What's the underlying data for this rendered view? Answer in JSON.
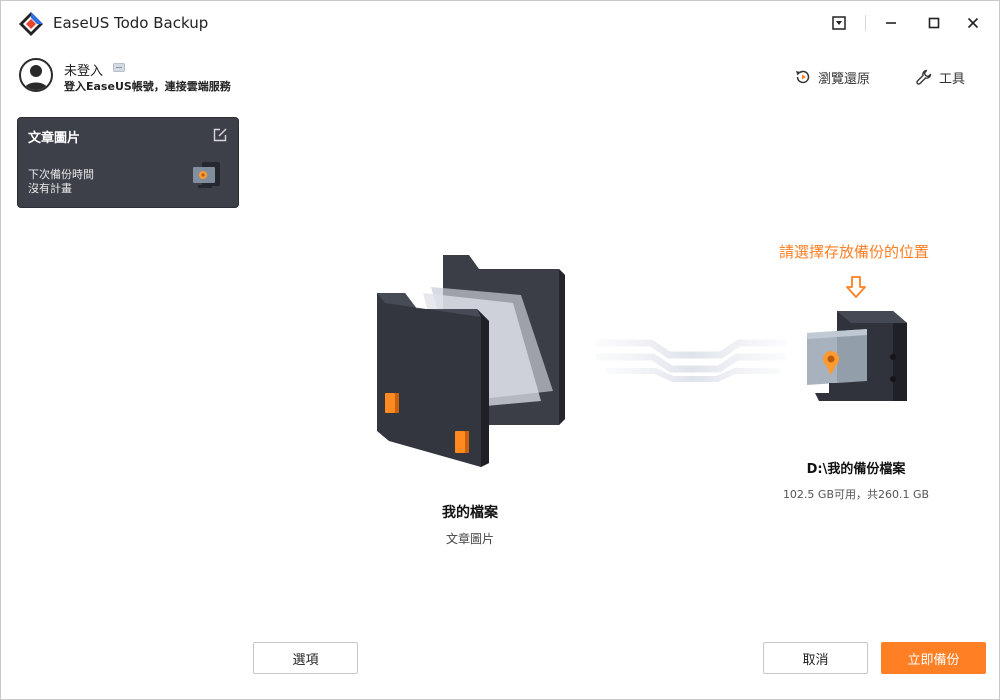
{
  "window": {
    "title": "EaseUS Todo Backup"
  },
  "user": {
    "status": "未登入",
    "subtitle": "登入EaseUS帳號，連接雲端服務"
  },
  "top_links": {
    "browse_restore": "瀏覽還原",
    "tools": "工具"
  },
  "plan_card": {
    "title": "文章圖片",
    "next_backup_label": "下次備份時間",
    "next_backup_value": "沒有計畫"
  },
  "source": {
    "name": "我的檔案",
    "subtitle": "文章圖片"
  },
  "target": {
    "hint": "請選擇存放備份的位置",
    "path": "D:\\我的備份檔案",
    "space": "102.5 GB可用，共260.1 GB"
  },
  "buttons": {
    "options": "選項",
    "cancel": "取消",
    "backup_now": "立即備份"
  },
  "colors": {
    "accent": "#ff7f24",
    "card_bg": "#3d4049",
    "logo_blue": "#2c6fe0",
    "logo_red": "#e8432e"
  }
}
